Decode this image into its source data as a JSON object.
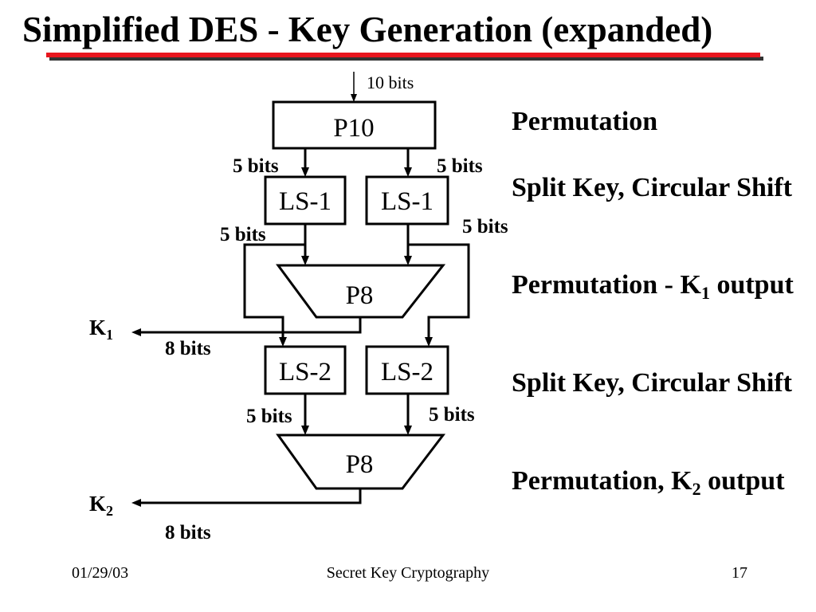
{
  "slide": {
    "title": "Simplified DES - Key Generation (expanded)",
    "footer": {
      "date": "01/29/03",
      "presentation_title": "Secret Key Cryptography",
      "page_number": "17"
    }
  },
  "diagram": {
    "input_label": "10 bits",
    "blocks": {
      "p10": "P10",
      "ls1_left": "LS-1",
      "ls1_right": "LS-1",
      "p8_first": "P8",
      "ls2_left": "LS-2",
      "ls2_right": "LS-2",
      "p8_second": "P8"
    },
    "bit_labels": {
      "p10_to_ls1_left": "5 bits",
      "p10_to_ls1_right": "5 bits",
      "ls1_left_out": "5 bits",
      "ls1_right_out": "5 bits",
      "ls2_left_out": "5 bits",
      "ls2_right_out": "5 bits"
    },
    "outputs": {
      "k1": {
        "name": "K",
        "subscript": "1",
        "bits": "8 bits"
      },
      "k2": {
        "name": "K",
        "subscript": "2",
        "bits": "8 bits"
      }
    }
  },
  "annotations": [
    {
      "text": "Permutation"
    },
    {
      "text": "Split Key, Circular Shift"
    },
    {
      "prefix": "Permutation - K",
      "subscript": "1",
      "suffix": " output"
    },
    {
      "text": "Split Key, Circular Shift"
    },
    {
      "prefix": "Permutation, K",
      "subscript": "2",
      "suffix": " output"
    }
  ],
  "colors": {
    "background": "#FFFFFF",
    "title_rule": "#E8161E",
    "title_rule_shadow": "#333333",
    "ink": "#000000"
  }
}
